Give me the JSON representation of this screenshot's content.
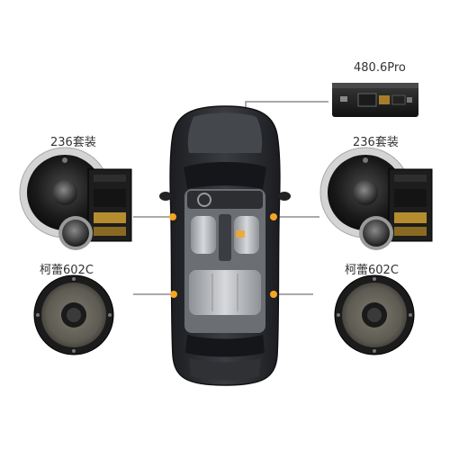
{
  "labels": {
    "amplifier": "480.6Pro",
    "component_left": "236套装",
    "component_right": "236套装",
    "coaxial_left": "柯蕾602C",
    "coaxial_right": "柯蕾602C"
  },
  "colors": {
    "accent_dot": "#f5a623",
    "callout_line": "#555555",
    "speaker_ring": "#cfcfcf",
    "car_body": "#2b2d31",
    "seat": "#b9bcc1"
  },
  "icons": [
    "car-icon",
    "amplifier-icon",
    "component-speaker-icon",
    "crossover-icon",
    "tweeter-icon",
    "coaxial-speaker-icon"
  ]
}
